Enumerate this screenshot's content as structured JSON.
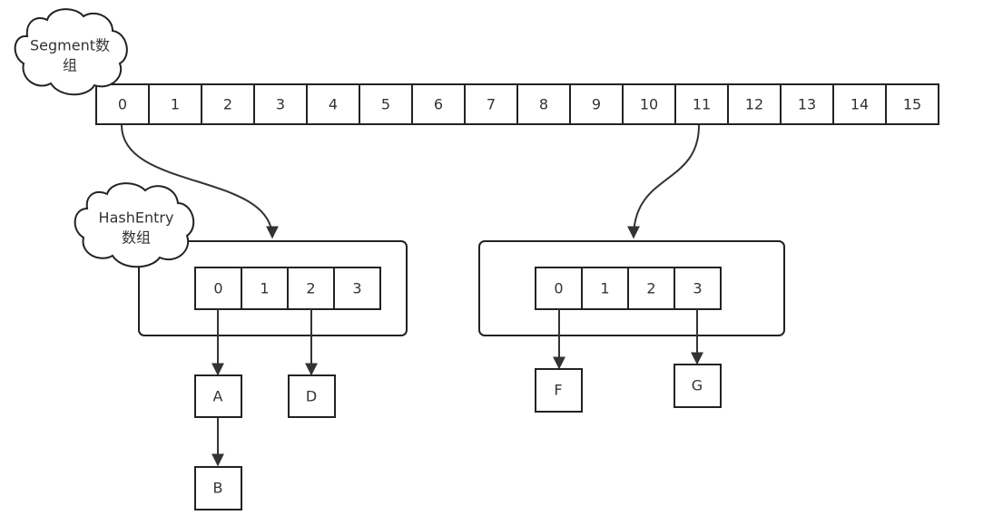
{
  "segment_array": {
    "cloud_label_lines": [
      "Segment数",
      "组"
    ],
    "cells": [
      "0",
      "1",
      "2",
      "3",
      "4",
      "5",
      "6",
      "7",
      "8",
      "9",
      "10",
      "11",
      "12",
      "13",
      "14",
      "15"
    ]
  },
  "hashentry_label_lines": [
    "HashEntry",
    "数组"
  ],
  "left_table": {
    "cells": [
      "0",
      "1",
      "2",
      "3"
    ],
    "nodes": {
      "a": "A",
      "b": "B",
      "d": "D"
    }
  },
  "right_table": {
    "cells": [
      "0",
      "1",
      "2",
      "3"
    ],
    "nodes": {
      "f": "F",
      "g": "G"
    }
  },
  "colors": {
    "stroke": "#222222",
    "text": "#333333",
    "background": "#ffffff"
  }
}
